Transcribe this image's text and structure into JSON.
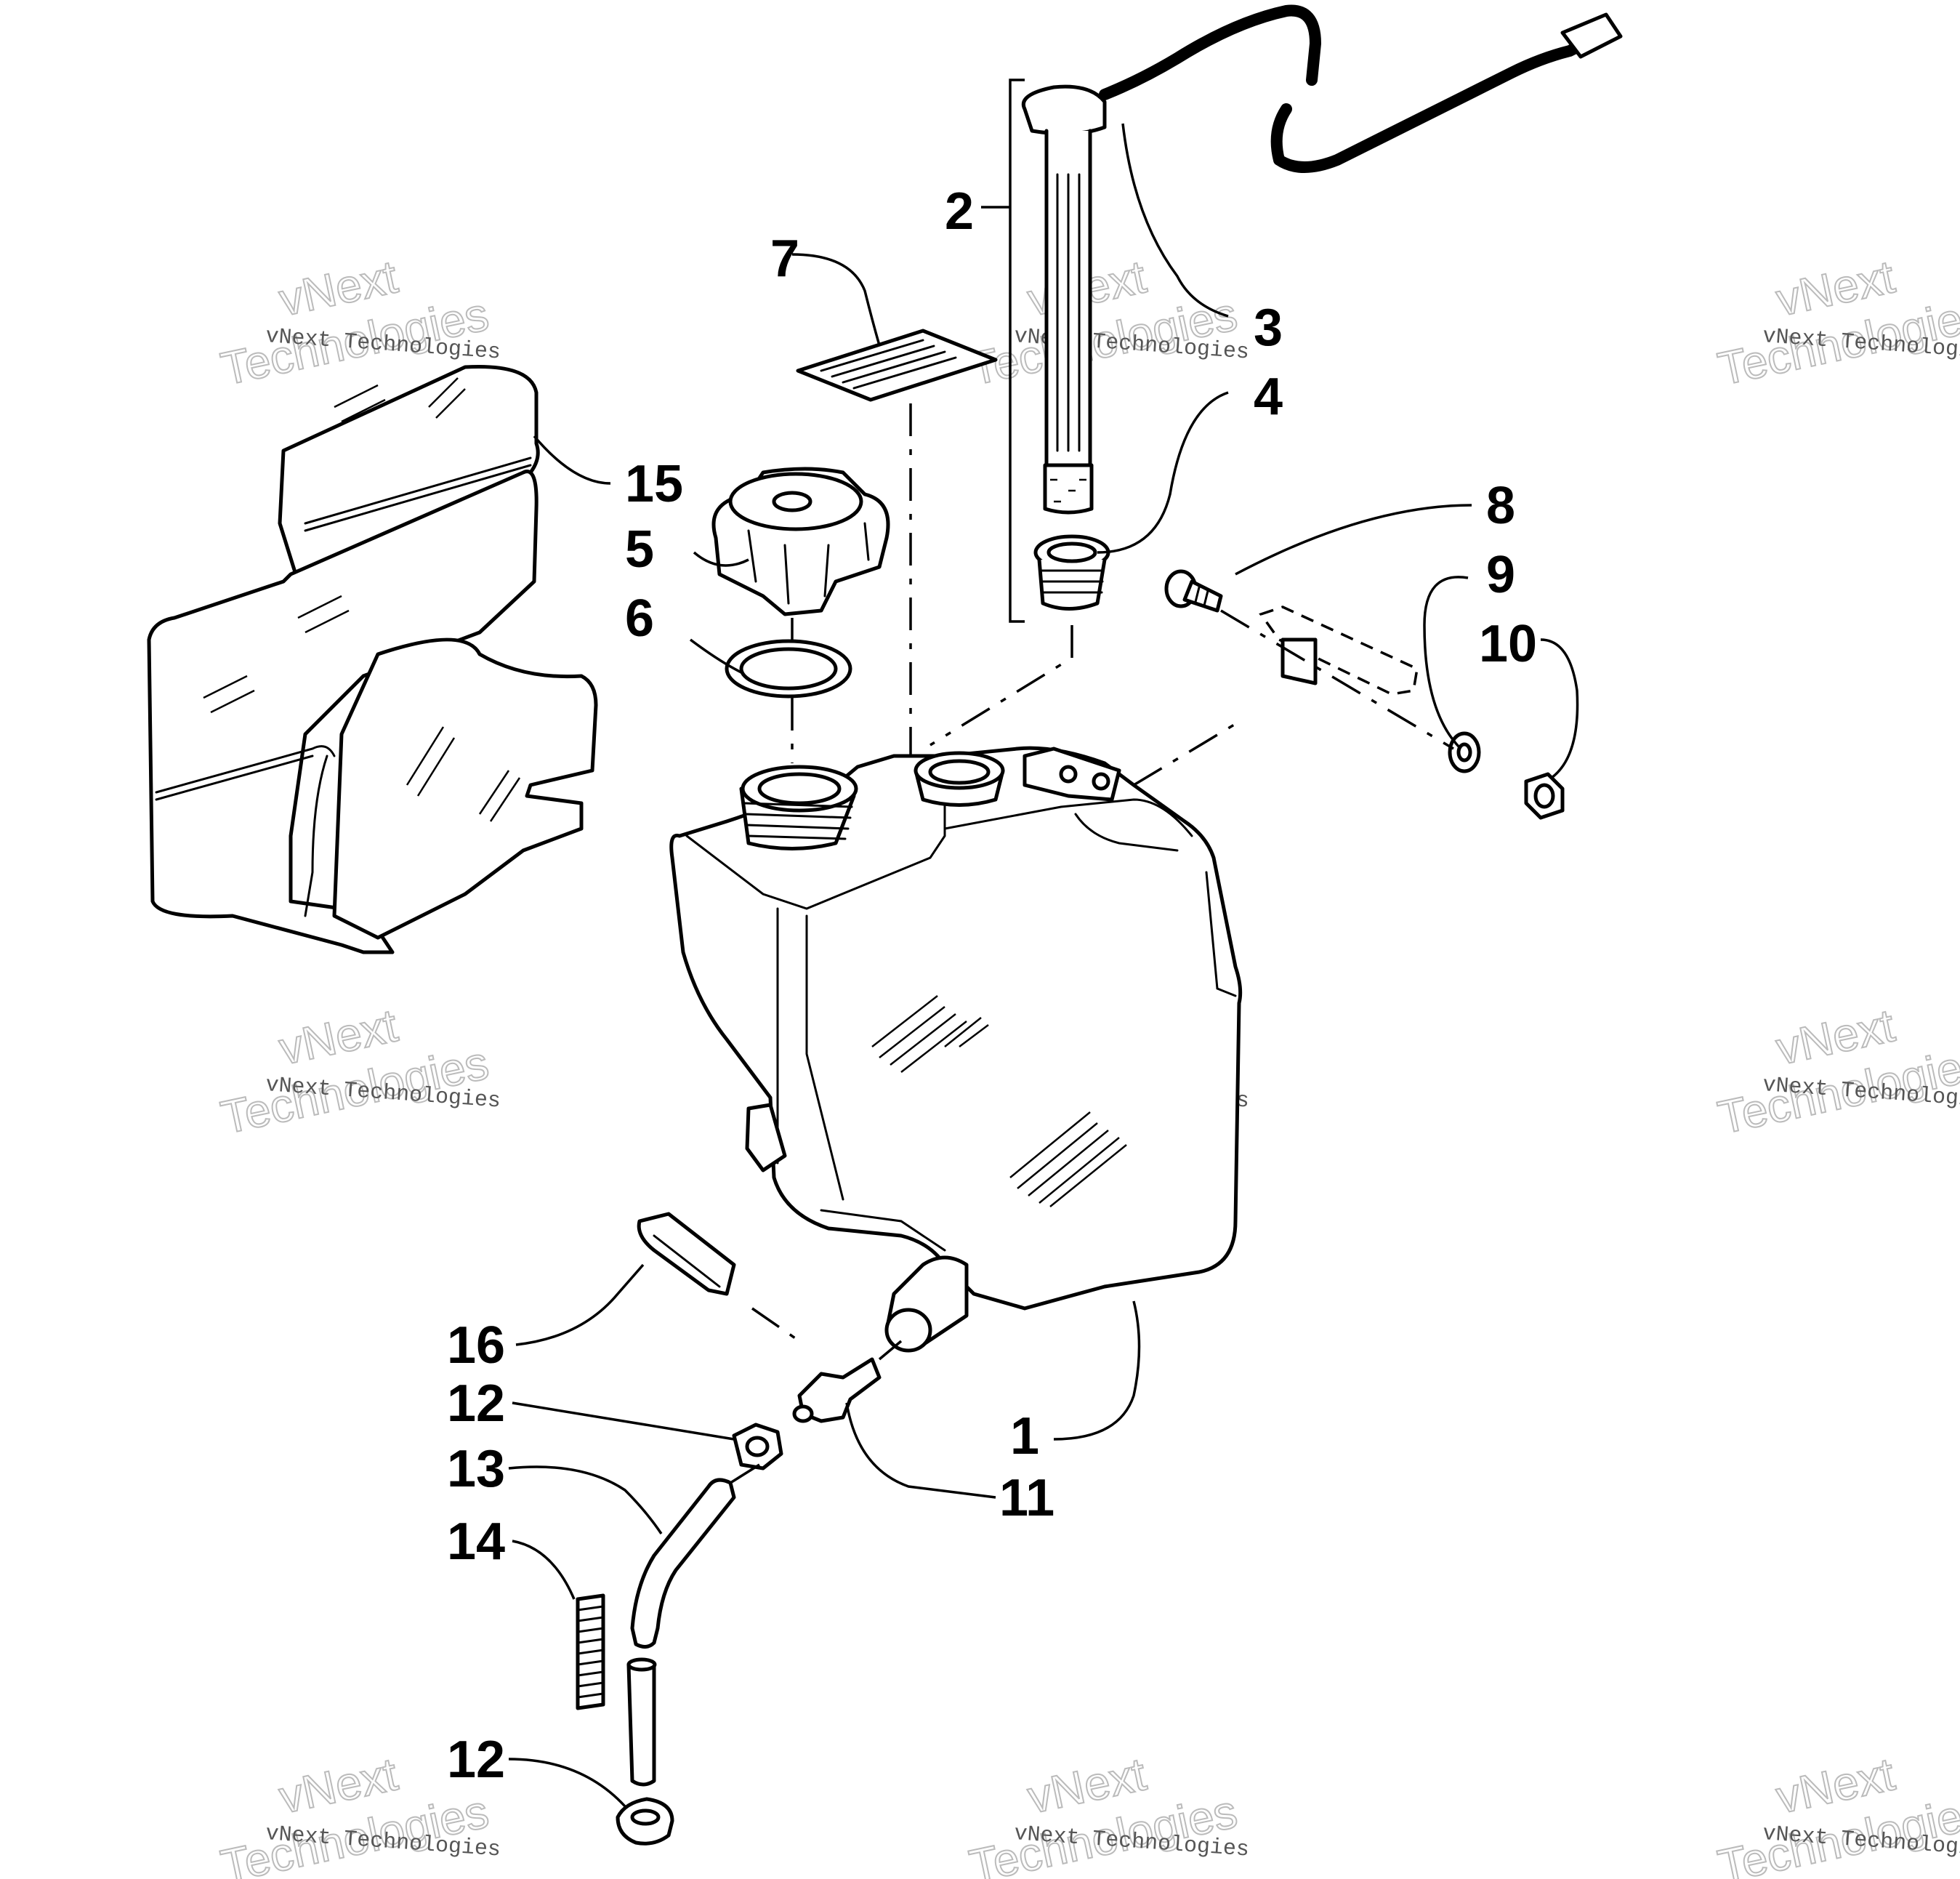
{
  "diagram": {
    "callouts": [
      {
        "id": "c1",
        "label": "1"
      },
      {
        "id": "c2",
        "label": "2"
      },
      {
        "id": "c3",
        "label": "3"
      },
      {
        "id": "c4",
        "label": "4"
      },
      {
        "id": "c5",
        "label": "5"
      },
      {
        "id": "c6",
        "label": "6"
      },
      {
        "id": "c7",
        "label": "7"
      },
      {
        "id": "c8",
        "label": "8"
      },
      {
        "id": "c9",
        "label": "9"
      },
      {
        "id": "c10",
        "label": "10"
      },
      {
        "id": "c11",
        "label": "11"
      },
      {
        "id": "c12a",
        "label": "12"
      },
      {
        "id": "c12b",
        "label": "12"
      },
      {
        "id": "c13",
        "label": "13"
      },
      {
        "id": "c14",
        "label": "14"
      },
      {
        "id": "c15",
        "label": "15"
      },
      {
        "id": "c16",
        "label": "16"
      }
    ]
  },
  "watermark": {
    "line1": "vNext Technologies",
    "line2": "vNext",
    "line3": "Technologies"
  }
}
